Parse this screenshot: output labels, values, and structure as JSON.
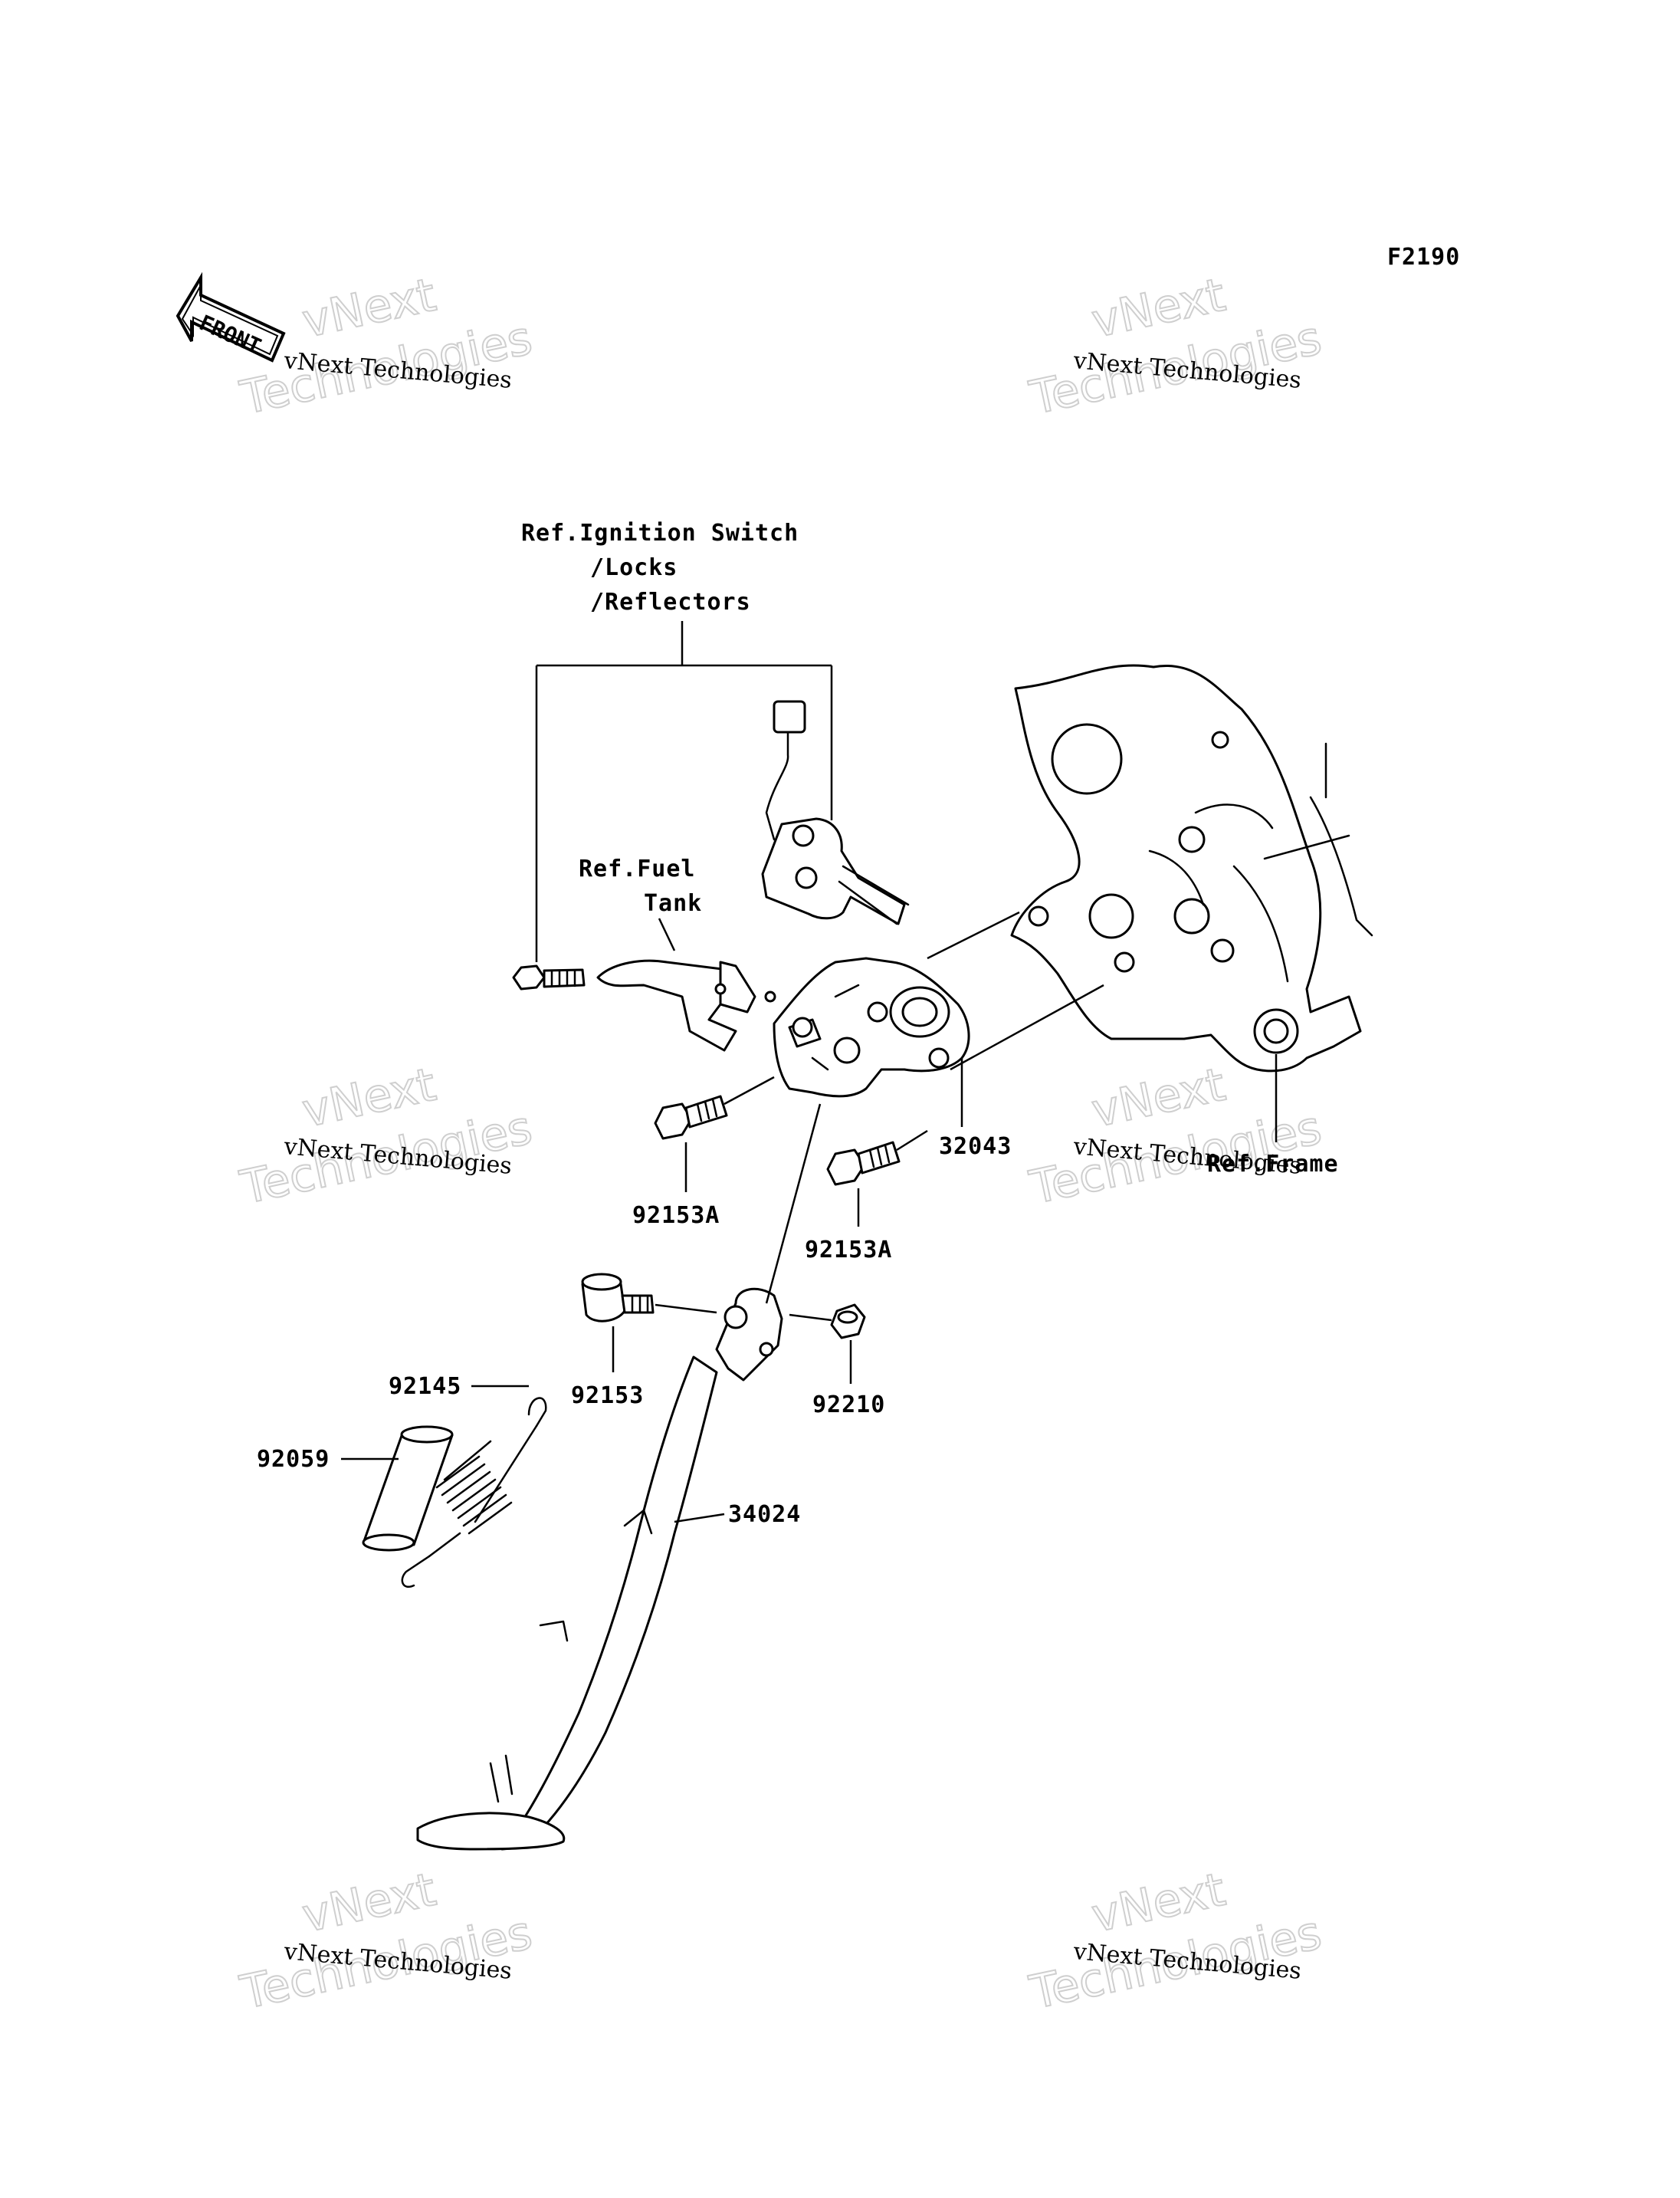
{
  "figure_code": "F2190",
  "front_arrow_text": "FRONT",
  "watermark": {
    "line1": "vNext Technologies",
    "line2": "Technologies",
    "line3": "vNext"
  },
  "refs": {
    "ignition_line1": "Ref.Ignition Switch",
    "ignition_line2": "/Locks",
    "ignition_line3": "/Reflectors",
    "fuel_line1": "Ref.Fuel",
    "fuel_line2": "Tank",
    "frame": "Ref.Frame"
  },
  "parts": {
    "bracket": "32043",
    "bolt_a_left": "92153A",
    "bolt_a_right": "92153A",
    "bolt": "92153",
    "nut": "92210",
    "spring": "92145",
    "tube": "92059",
    "side_stand": "34024"
  }
}
